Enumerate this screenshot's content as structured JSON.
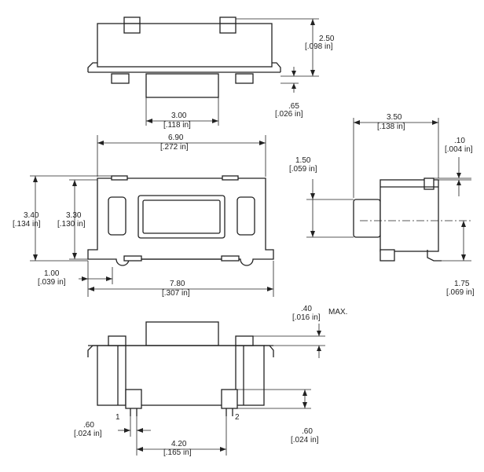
{
  "diagram": {
    "top_view": {
      "height": {
        "mm": "2.50",
        "in": "[.098 in]"
      },
      "lead": {
        "mm": ".65",
        "in": "[.026 in]"
      },
      "actuator_width": {
        "mm": "3.00",
        "in": "[.118 in]"
      }
    },
    "front_view": {
      "body_width": {
        "mm": "6.90",
        "in": "[.272 in]"
      },
      "height_total": {
        "mm": "3.40",
        "in": "[.134 in]"
      },
      "height_body": {
        "mm": "3.30",
        "in": "[.130 in]"
      },
      "lead_offset": {
        "mm": "1.00",
        "in": "[.039 in]"
      },
      "overall_width": {
        "mm": "7.80",
        "in": "[.307 in]"
      }
    },
    "side_view": {
      "depth": {
        "mm": "3.50",
        "in": "[.138 in]"
      },
      "clearance": {
        "mm": ".10",
        "in": "[.004 in]"
      },
      "actuator_height": {
        "mm": "1.50",
        "in": "[.059 in]"
      },
      "lead_height": {
        "mm": "1.75",
        "in": "[.069 in]"
      }
    },
    "bottom_view": {
      "gap": {
        "mm": ".40",
        "in": "[.016 in]",
        "suffix": "MAX."
      },
      "pin_width": {
        "mm": ".60",
        "in": "[.024 in]"
      },
      "pin_standoff": {
        "mm": ".60",
        "in": "[.024 in]"
      },
      "pin_pitch": {
        "mm": "4.20",
        "in": "[.165 in]"
      },
      "pin1": "1",
      "pin2": "2"
    }
  }
}
